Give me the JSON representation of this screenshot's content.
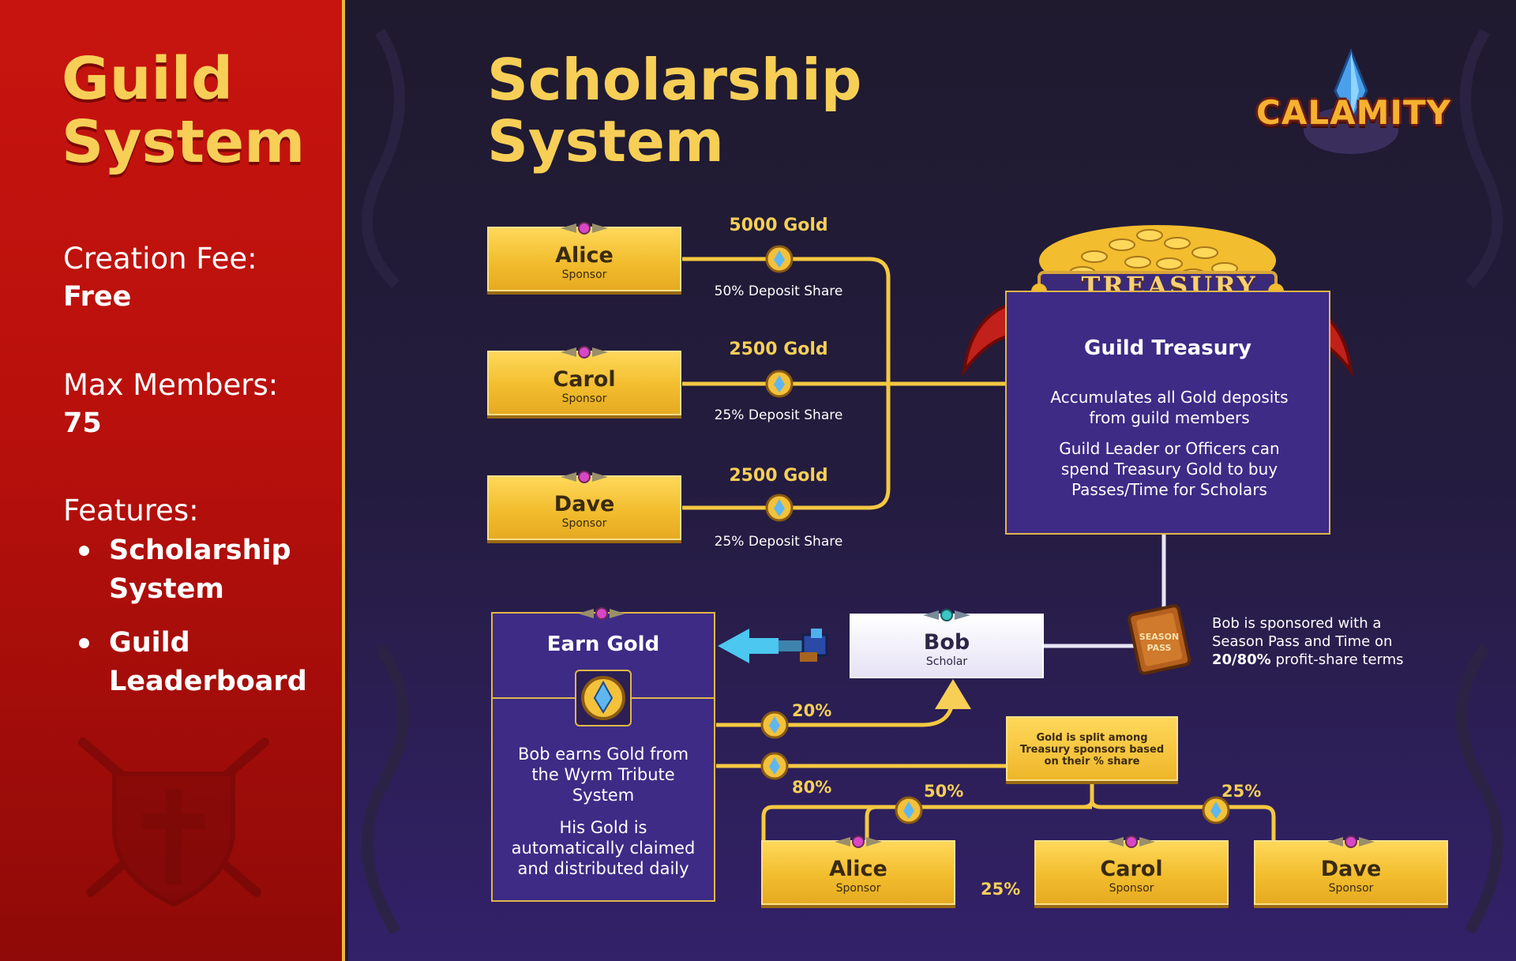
{
  "sidebar": {
    "title_line1": "Guild",
    "title_line2": "System",
    "creation_fee_label": "Creation Fee:",
    "creation_fee_value": "Free",
    "max_members_label": "Max Members:",
    "max_members_value": "75",
    "features_label": "Features:",
    "features": [
      {
        "line1": "Scholarship",
        "line2": "System"
      },
      {
        "line1": "Guild",
        "line2": "Leaderboard"
      }
    ]
  },
  "main": {
    "title_line1": "Scholarship",
    "title_line2": "System",
    "logo_text": "CALAMITY"
  },
  "sponsors": [
    {
      "name": "Alice",
      "role": "Sponsor",
      "gold": "5000 Gold",
      "share": "50% Deposit Share"
    },
    {
      "name": "Carol",
      "role": "Sponsor",
      "gold": "2500 Gold",
      "share": "25% Deposit Share"
    },
    {
      "name": "Dave",
      "role": "Sponsor",
      "gold": "2500 Gold",
      "share": "25% Deposit Share"
    }
  ],
  "treasury": {
    "banner": "TREASURY",
    "title": "Guild Treasury",
    "desc1_line1": "Accumulates all Gold deposits",
    "desc1_line2": "from guild members",
    "desc2_line1": "Guild Leader or Officers can",
    "desc2_line2": "spend Treasury Gold to buy",
    "desc2_line3": "Passes/Time for Scholars"
  },
  "season_pass": {
    "line1": "SEASON",
    "line2": "PASS"
  },
  "bob": {
    "name": "Bob",
    "role": "Scholar",
    "note_line1": "Bob is sponsored with a",
    "note_line2": "Season Pass and Time on",
    "note_terms": "20/80%",
    "note_line3_rest": " profit-share terms"
  },
  "earn": {
    "title": "Earn Gold",
    "desc1_line1": "Bob earns Gold from",
    "desc1_line2": "the Wyrm Tribute",
    "desc1_line3": "System",
    "desc2_line1": "His Gold is",
    "desc2_line2": "automatically claimed",
    "desc2_line3": "and distributed daily"
  },
  "flows": {
    "to_bob": "20%",
    "to_sponsors": "80%",
    "alice_pct": "50%",
    "carol_pct": "25%",
    "dave_pct": "25%"
  },
  "split_note": {
    "line1": "Gold is split among",
    "line2": "Treasury sponsors based",
    "line3": "on their % share"
  },
  "bottom_sponsors": [
    {
      "name": "Alice",
      "role": "Sponsor"
    },
    {
      "name": "Carol",
      "role": "Sponsor"
    },
    {
      "name": "Dave",
      "role": "Sponsor"
    }
  ],
  "colors": {
    "gold": "#f7cf57",
    "sidebar_red": "#c8140f",
    "panel_purple": "#3d2b86",
    "bg_dark": "#211a35"
  }
}
